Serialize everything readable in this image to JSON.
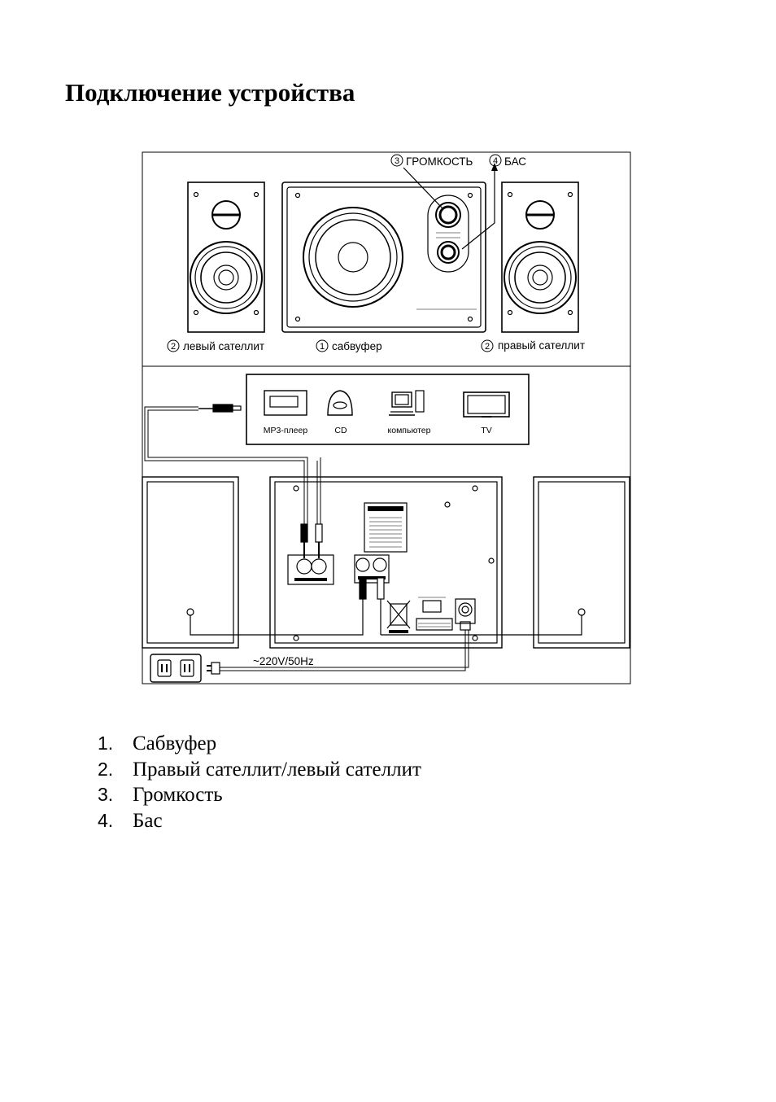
{
  "heading": "Подключение устройства",
  "figure": {
    "callouts": {
      "volume": "ГРОМКОСТЬ",
      "bass": "БАС",
      "left_satellite": "левый сателлит",
      "subwoofer": "сабвуфер",
      "right_satellite": "правый сателлит"
    },
    "markers": {
      "one": "1",
      "two": "2",
      "three": "3",
      "four": "4"
    },
    "sources": [
      "MP3-плеер",
      "CD",
      "компьютер",
      "TV"
    ],
    "power_label": "~220V/50Hz"
  },
  "legend": [
    {
      "num": "1.",
      "text": "Сабвуфер"
    },
    {
      "num": "2.",
      "text": "Правый сателлит/левый сателлит"
    },
    {
      "num": "3.",
      "text": "Громкость"
    },
    {
      "num": "4.",
      "text": "Бас"
    }
  ]
}
